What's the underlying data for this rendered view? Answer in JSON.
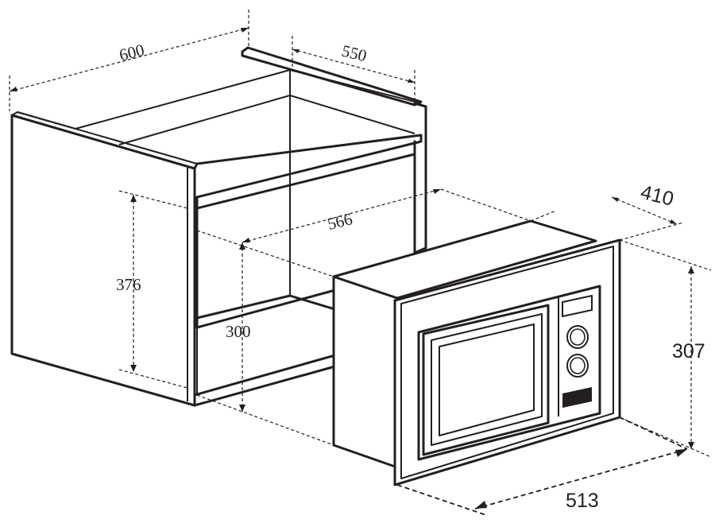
{
  "dimensions": {
    "cabinet_width": "600",
    "cabinet_depth": "550",
    "opening_width": "566",
    "cabinet_height": "376",
    "opening_height": "300",
    "oven_depth": "410",
    "oven_height": "307",
    "oven_width": "513"
  },
  "colors": {
    "line": "#231f20",
    "background": "#ffffff"
  }
}
